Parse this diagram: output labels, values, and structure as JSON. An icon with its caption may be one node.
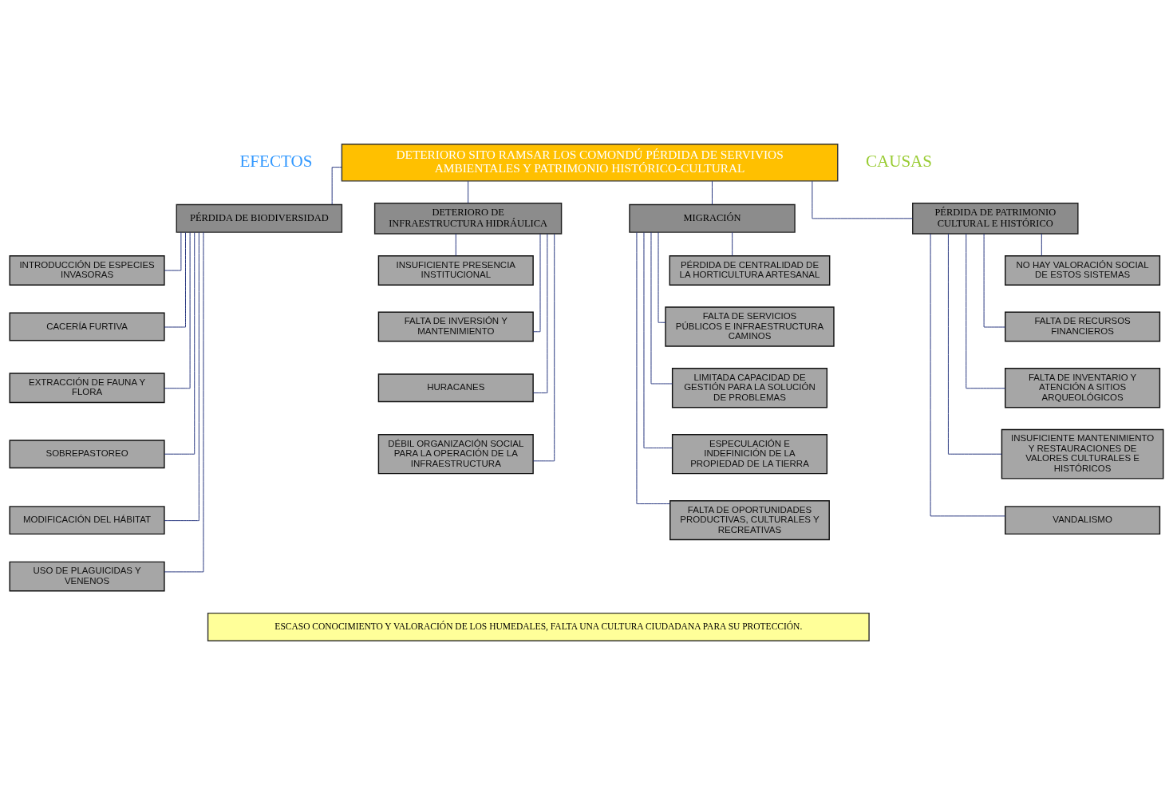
{
  "diagram": {
    "nodes": [
      {
        "text": [
          "DETERIORO SITO RAMSAR LOS COMONDÚ PÉRDIDA DE SERVIVIOS AMBIENTALES Y PATRIMONIO HISTÓRICO-CULTURAL"
        ]
      },
      {
        "text": [
          "PÉRDIDA DE BIODIVERSIDAD"
        ]
      },
      {
        "text": [
          "DETERIORO DE INFRAESTRUCTURA HIDRÁULICA"
        ]
      },
      {
        "text": [
          "MIGRACIÓN"
        ]
      },
      {
        "text": [
          "PÉRDIDA DE PATRIMONIO CULTURAL E HISTÓRICO"
        ]
      },
      {
        "text": [
          "INTRODUCCIÓN DE ESPECIES INVASORAS"
        ]
      },
      {
        "text": [
          "CACERÍA FURTIVA"
        ]
      },
      {
        "text": [
          "EXTRACCIÓN DE FAUNA Y FLORA"
        ]
      },
      {
        "text": [
          "SOBREPASTOREO"
        ]
      },
      {
        "text": [
          "MODIFICACIÓN DEL HÁBITAT"
        ]
      },
      {
        "text": [
          "USO DE PLAGUICIDAS Y VENENOS"
        ]
      },
      {
        "text": [
          "INSUFICIENTE PRESENCIA INSTITUCIONAL"
        ]
      },
      {
        "text": [
          "FALTA DE INVERSIÓN Y MANTENIMIENTO"
        ]
      },
      {
        "text": [
          "HURACANES"
        ]
      },
      {
        "text": [
          "DÉBIL ORGANIZACIÓN SOCIAL PARA LA OPERACIÓN DE LA INFRAESTRUCTURA"
        ]
      },
      {
        "text": [
          "PÉRDIDA DE CENTRALIDAD DE LA HORTICULTURA ARTESANAL"
        ]
      },
      {
        "text": [
          "FALTA DE SERVICIOS PÚBLICOS E INFRAESTRUCTURA CAMINOS"
        ]
      },
      {
        "text": [
          "LIMITADA CAPACIDAD DE GESTIÓN PARA LA SOLUCIÓN DE PROBLEMAS"
        ]
      },
      {
        "text": [
          "ESPECULACIÓN E INDEFINICIÓN DE LA PROPIEDAD DE LA TIERRA"
        ]
      },
      {
        "text": [
          "FALTA DE OPORTUNIDADES PRODUCTIVAS, CULTURALES Y RECREATIVAS"
        ]
      },
      {
        "text": [
          "NO HAY VALORACIÓN SOCIAL DE ESTOS SISTEMAS"
        ]
      },
      {
        "text": [
          "FALTA DE RECURSOS FINANCIEROS"
        ]
      },
      {
        "text": [
          "FALTA DE INVENTARIO Y ATENCIÓN A SITIOS ARQUEOLÓGICOS"
        ]
      },
      {
        "text": [
          "INSUFICIENTE MANTENIMIENTO Y RESTAURACIONES DE VALORES CULTURALES E HISTÓRICOS"
        ]
      },
      {
        "text": [
          "VANDALISMO"
        ]
      },
      {
        "text": [
          "ESCASO CONOCIMIENTO Y VALORACIÓN DE LOS HUMEDALES, FALTA UNA CULTURA CIUDADANA PARA SU PROTECCIÓN."
        ]
      }
    ],
    "edges": [
      {
        "from": 0,
        "to": 1,
        "arrow": "none"
      },
      {
        "from": 0,
        "to": 2,
        "arrow": "none"
      },
      {
        "from": 0,
        "to": 3,
        "arrow": "none"
      },
      {
        "from": 0,
        "to": 4,
        "arrow": "none"
      },
      {
        "from": 1,
        "to": 5,
        "arrow": "none"
      },
      {
        "from": 1,
        "to": 6,
        "arrow": "none"
      },
      {
        "from": 1,
        "to": 7,
        "arrow": "none"
      },
      {
        "from": 1,
        "to": 8,
        "arrow": "none"
      },
      {
        "from": 1,
        "to": 9,
        "arrow": "none"
      },
      {
        "from": 1,
        "to": 10,
        "arrow": "none"
      },
      {
        "from": 2,
        "to": 11,
        "arrow": "none"
      },
      {
        "from": 2,
        "to": 12,
        "arrow": "none"
      },
      {
        "from": 2,
        "to": 13,
        "arrow": "none"
      },
      {
        "from": 2,
        "to": 14,
        "arrow": "none"
      },
      {
        "from": 3,
        "to": 15,
        "arrow": "none"
      },
      {
        "from": 3,
        "to": 16,
        "arrow": "none"
      },
      {
        "from": 3,
        "to": 17,
        "arrow": "none"
      },
      {
        "from": 3,
        "to": 18,
        "arrow": "none"
      },
      {
        "from": 3,
        "to": 19,
        "arrow": "none"
      },
      {
        "from": 4,
        "to": 20,
        "arrow": "none"
      },
      {
        "from": 4,
        "to": 21,
        "arrow": "none"
      },
      {
        "from": 4,
        "to": 22,
        "arrow": "none"
      },
      {
        "from": 4,
        "to": 23,
        "arrow": "none"
      },
      {
        "from": 4,
        "to": 24,
        "arrow": "none"
      }
    ],
    "labels": [
      "EFECTOS",
      "CAUSAS"
    ]
  }
}
